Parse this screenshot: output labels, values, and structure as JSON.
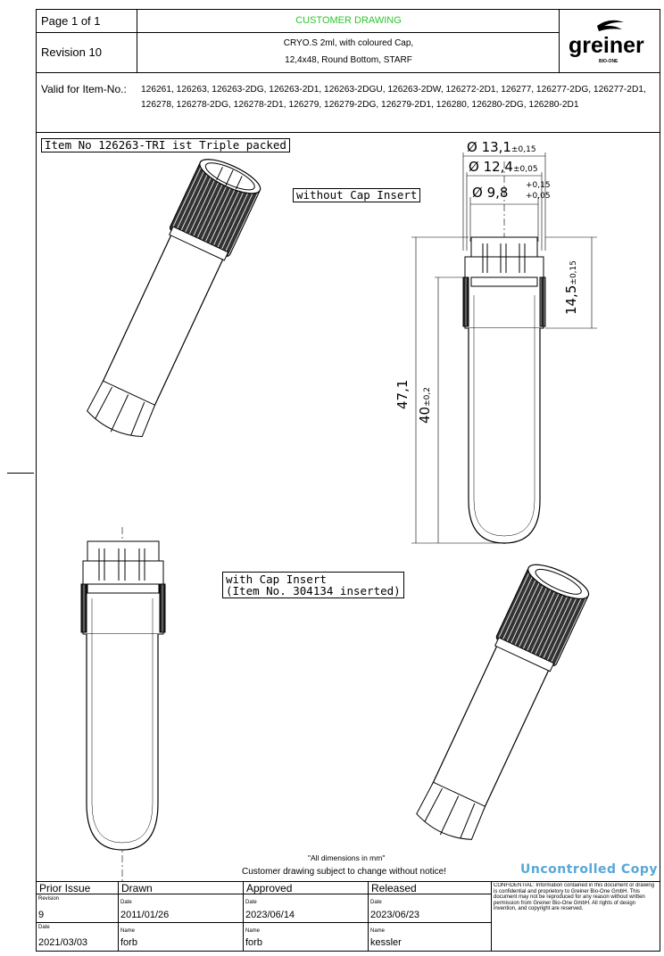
{
  "header": {
    "page_label": "Page 1 of 1",
    "revision_label": "Revision 10",
    "title": "CUSTOMER DRAWING",
    "desc_line1": "CRYO.S 2ml, with coloured Cap,",
    "desc_line2": "12,4x48, Round Bottom, STARF",
    "logo_text": "greiner",
    "logo_sub": "BIO-ONE"
  },
  "valid_for": {
    "label": "Valid for Item-No.:",
    "line1": "126261, 126263, 126263-2DG, 126263-2D1, 126263-2DGU, 126263-2DW, 126272-2D1, 126277, 126277-2DG, 126277-2D1,",
    "line2": "126278, 126278-2DG,      126278-2D1, 126279, 126279-2DG, 126279-2D1, 126280, 126280-2DG, 126280-2D1"
  },
  "labels": {
    "triple": "Item No 126263-TRI ist Triple packed",
    "without_insert": "without Cap Insert",
    "with_insert_1": "with Cap Insert",
    "with_insert_2": "(Item No. 304134 inserted)"
  },
  "dimensions": {
    "d1": "Ø 13,1",
    "d1_tol": "±0,15",
    "d2": "Ø 12,4",
    "d2_tol": "±0,05",
    "d3": "Ø 9,8",
    "d3_tol_up": "+0,15",
    "d3_tol_dn": "+0,05",
    "h_cap": "14,5",
    "h_cap_tol": "±0,15",
    "h_total": "47,1",
    "h_body": "40",
    "h_body_tol": "±0,2"
  },
  "notes": {
    "all_dims": "\"All dimensions in mm\"",
    "subject_change": "Customer drawing subject to change without notice!",
    "uncontrolled": "Uncontrolled Copy",
    "confidential": "CONFIDENTIAL: Information contained in this document or drawing is confidential and proprietory to Greiner Bio-One GmbH. This document may not be reproduced for any reason without written permission from Greiner Bio-One GmbH. All rights of design invention, and copyright are reserved."
  },
  "footer": {
    "prior_issue": "Prior Issue",
    "drawn": "Drawn",
    "approved": "Approved",
    "released": "Released",
    "revision_lbl": "Revision",
    "revision_val": "9",
    "date_lbl": "Date",
    "prior_date": "2021/03/03",
    "drawn_date": "2011/01/26",
    "approved_date": "2023/06/14",
    "released_date": "2023/06/23",
    "name_lbl": "Name",
    "drawn_name": "forb",
    "approved_name": "forb",
    "released_name": "kessler"
  }
}
